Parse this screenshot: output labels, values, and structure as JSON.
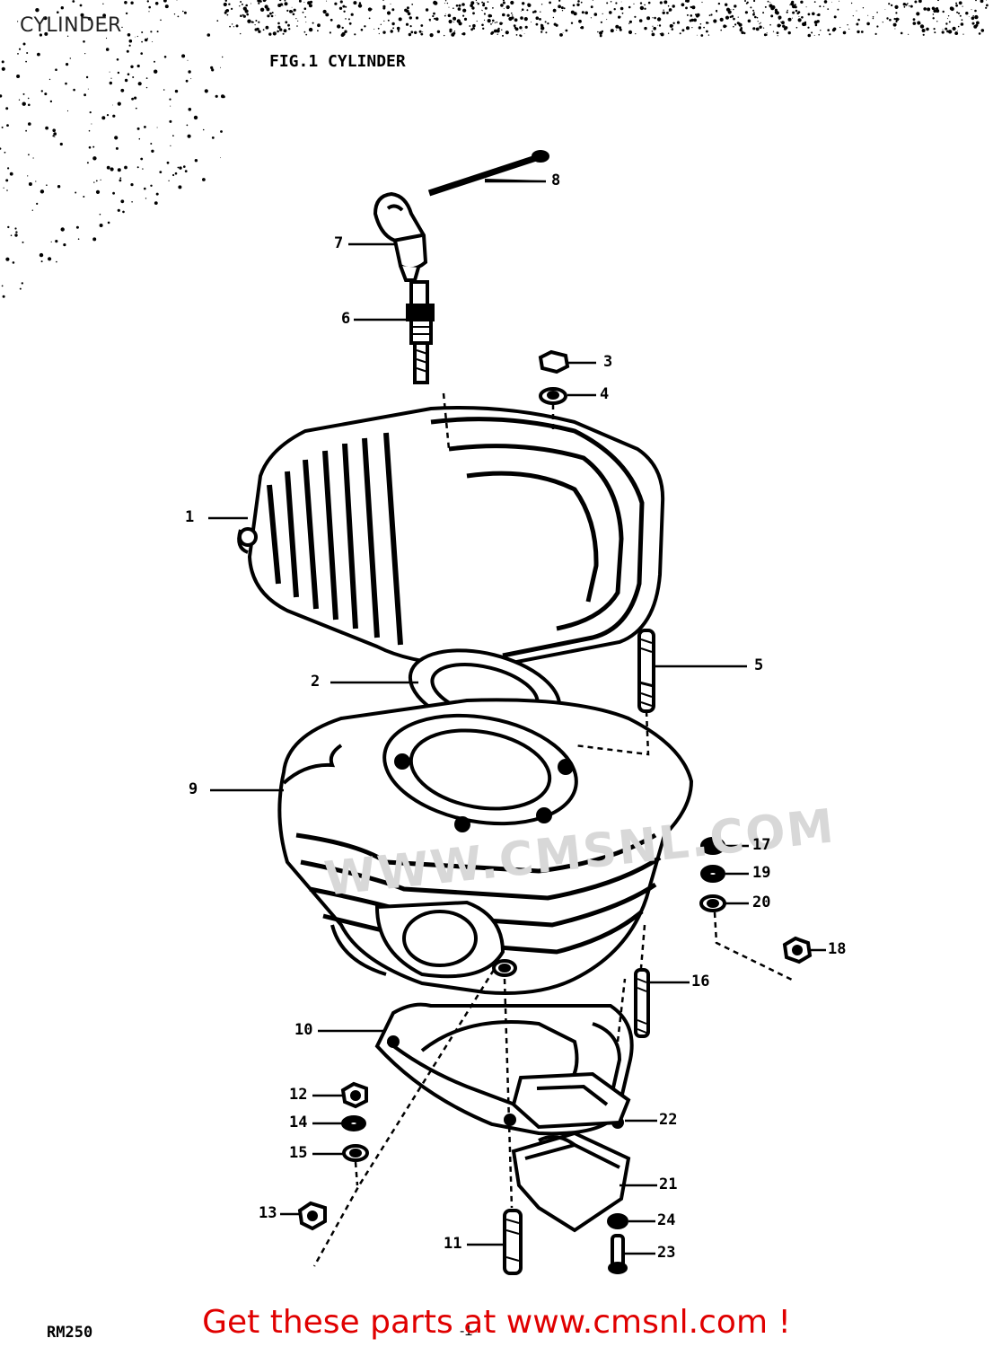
{
  "header": {
    "title": "CYLINDER"
  },
  "figure": {
    "caption": "FIG.1  CYLINDER",
    "model": "RM250",
    "page": "-1-"
  },
  "watermark": "WWW.CMSNL.COM",
  "promo": "Get these parts at www.cmsnl.com !",
  "callouts": [
    {
      "id": "1",
      "part": "cylinder-head"
    },
    {
      "id": "2",
      "part": "head-gasket"
    },
    {
      "id": "3",
      "part": "nut"
    },
    {
      "id": "4",
      "part": "washer"
    },
    {
      "id": "5",
      "part": "stud"
    },
    {
      "id": "6",
      "part": "spark-plug"
    },
    {
      "id": "7",
      "part": "plug-cap"
    },
    {
      "id": "8",
      "part": "rod"
    },
    {
      "id": "9",
      "part": "cylinder"
    },
    {
      "id": "10",
      "part": "base-gasket"
    },
    {
      "id": "11",
      "part": "stud"
    },
    {
      "id": "12",
      "part": "nut"
    },
    {
      "id": "13",
      "part": "nut"
    },
    {
      "id": "14",
      "part": "washer"
    },
    {
      "id": "15",
      "part": "washer"
    },
    {
      "id": "16",
      "part": "stud"
    },
    {
      "id": "17",
      "part": "nut"
    },
    {
      "id": "18",
      "part": "nut"
    },
    {
      "id": "19",
      "part": "washer"
    },
    {
      "id": "20",
      "part": "washer"
    },
    {
      "id": "21",
      "part": "exhaust-flange"
    },
    {
      "id": "22",
      "part": "flange-gasket"
    },
    {
      "id": "23",
      "part": "bolt"
    },
    {
      "id": "24",
      "part": "washer"
    }
  ]
}
